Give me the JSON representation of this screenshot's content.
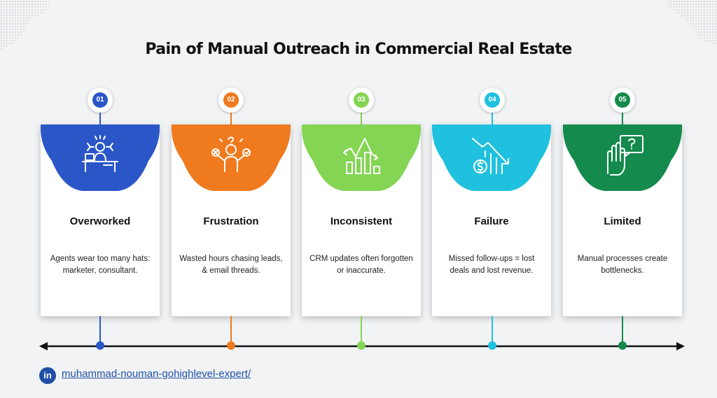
{
  "title": "Pain of Manual Outreach in Commercial Real Estate",
  "steps": [
    {
      "number": "01",
      "title": "Overworked",
      "desc": "Agents wear too many hats: marketer,  consultant.",
      "color": "#2a56c8",
      "icon": "overworked-person-at-desk-icon"
    },
    {
      "number": "02",
      "title": "Frustration",
      "desc": "Wasted hours chasing leads, & email threads.",
      "color": "#f07a1e",
      "icon": "frustrated-person-icon"
    },
    {
      "number": "03",
      "title": "Inconsistent",
      "desc": "CRM updates often forgotten or inaccurate.",
      "color": "#84d554",
      "icon": "fluctuating-bar-chart-icon"
    },
    {
      "number": "04",
      "title": "Failure",
      "desc": "Missed follow-ups = lost deals and lost revenue.",
      "color": "#1fc1de",
      "icon": "declining-revenue-chart-icon"
    },
    {
      "number": "05",
      "title": "Limited",
      "desc": "Manual processes create bottlenecks.",
      "color": "#148a4c",
      "icon": "raised-hand-question-icon"
    }
  ],
  "footer": {
    "linkedin_icon_text": "in",
    "link_text": "muhammad-nouman-gohighlevel-expert/"
  }
}
